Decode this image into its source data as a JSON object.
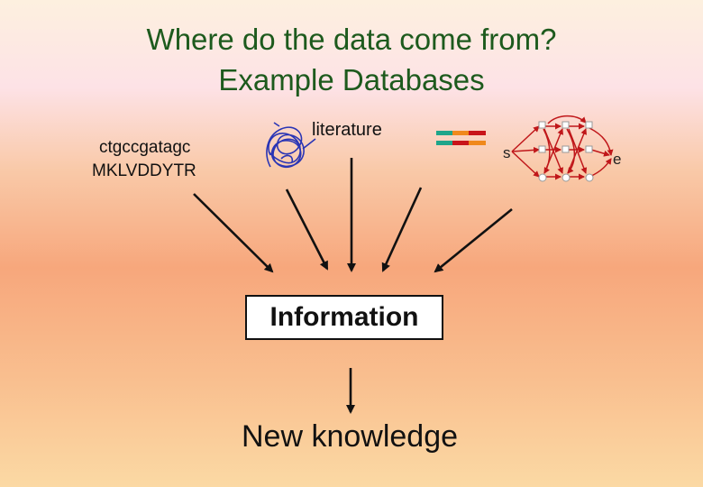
{
  "title": {
    "line1": "Where do the data come from?",
    "line2": "Example Databases"
  },
  "sources": {
    "sequence_dna": "ctgccgatagc",
    "sequence_protein": "MKLVDDYTR",
    "literature": "literature",
    "network_start": "s",
    "network_end": "e"
  },
  "information": "Information",
  "result": "New knowledge",
  "colors": {
    "title": "#1d5a1d",
    "arrow": "#111111",
    "scribble": "#2a35b5",
    "network": "#c0171a",
    "expr_teal": "#1fa58a",
    "expr_orange": "#f0891c",
    "expr_red": "#c8141a"
  },
  "icons": [
    "protein-structure-icon",
    "expression-bars-icon",
    "network-graph-icon"
  ]
}
